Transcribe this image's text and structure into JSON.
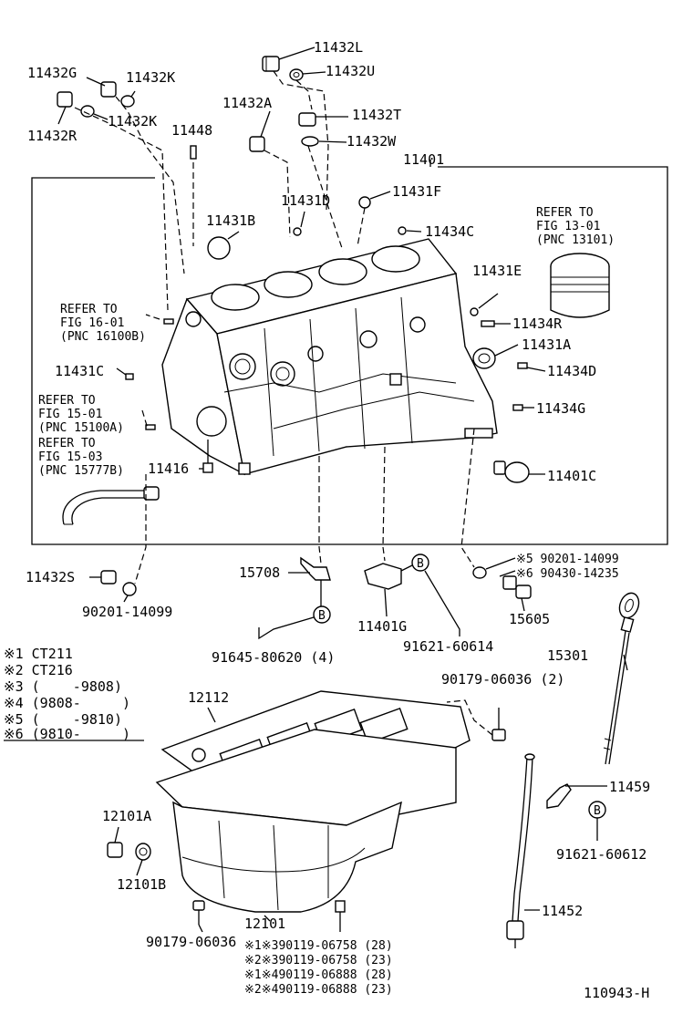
{
  "labels": {
    "p11432L": "11432L",
    "p11432U": "11432U",
    "p11432G": "11432G",
    "p11432K_top": "11432K",
    "p11432R": "11432R",
    "p11432K_mid": "11432K",
    "p11448": "11448",
    "p11432A": "11432A",
    "p11432T": "11432T",
    "p11432W": "11432W",
    "p11401": "11401",
    "p11431F": "11431F",
    "p11431D": "11431D",
    "p11431B": "11431B",
    "p11434C": "11434C",
    "p11431E": "11431E",
    "p11434R": "11434R",
    "p11431A": "11431A",
    "p11431C": "11431C",
    "p11434D": "11434D",
    "p11434G": "11434G",
    "p11416": "11416",
    "p11401C": "11401C",
    "p15708": "15708",
    "p11432S": "11432S",
    "p90201_14099_left": "90201-14099",
    "p11401G": "11401G",
    "p91645": "91645-80620 (4)",
    "p91621_60614": "91621-60614",
    "p15605": "15605",
    "p15301": "15301",
    "p90179_06036_2": "90179-06036 (2)",
    "p12112": "12112",
    "p12101A": "12101A",
    "p12101B": "12101B",
    "p11459": "11459",
    "p91621_60612": "91621-60612",
    "p11452": "11452",
    "p12101": "12101",
    "p90179_06036": "90179-06036",
    "circle_b": "B",
    "diagram_code": "110943-H"
  },
  "refer_notes": {
    "piston": [
      "REFER TO",
      "FIG 13-01",
      "(PNC 13101)"
    ],
    "fig16": [
      "REFER TO",
      "FIG 16-01",
      "(PNC 16100B)"
    ],
    "fig15_01": [
      "REFER TO",
      "FIG 15-01",
      "(PNC 15100A)"
    ],
    "fig15_03": [
      "REFER TO",
      "FIG 15-03",
      "(PNC 15777B)"
    ]
  },
  "applicability": [
    "※1 CT211",
    "※2 CT216",
    "※3 (    -9808)",
    "※4 (9808-     )",
    "※5 (    -9810)",
    "※6 (9810-     )"
  ],
  "variant_parts_right": [
    "※5 90201-14099",
    "※6 90430-14235"
  ],
  "bolt_variants_bottom": [
    "※1※390119-06758 (28)",
    "※2※390119-06758 (23)",
    "※1※490119-06888 (28)",
    "※2※490119-06888 (23)"
  ]
}
